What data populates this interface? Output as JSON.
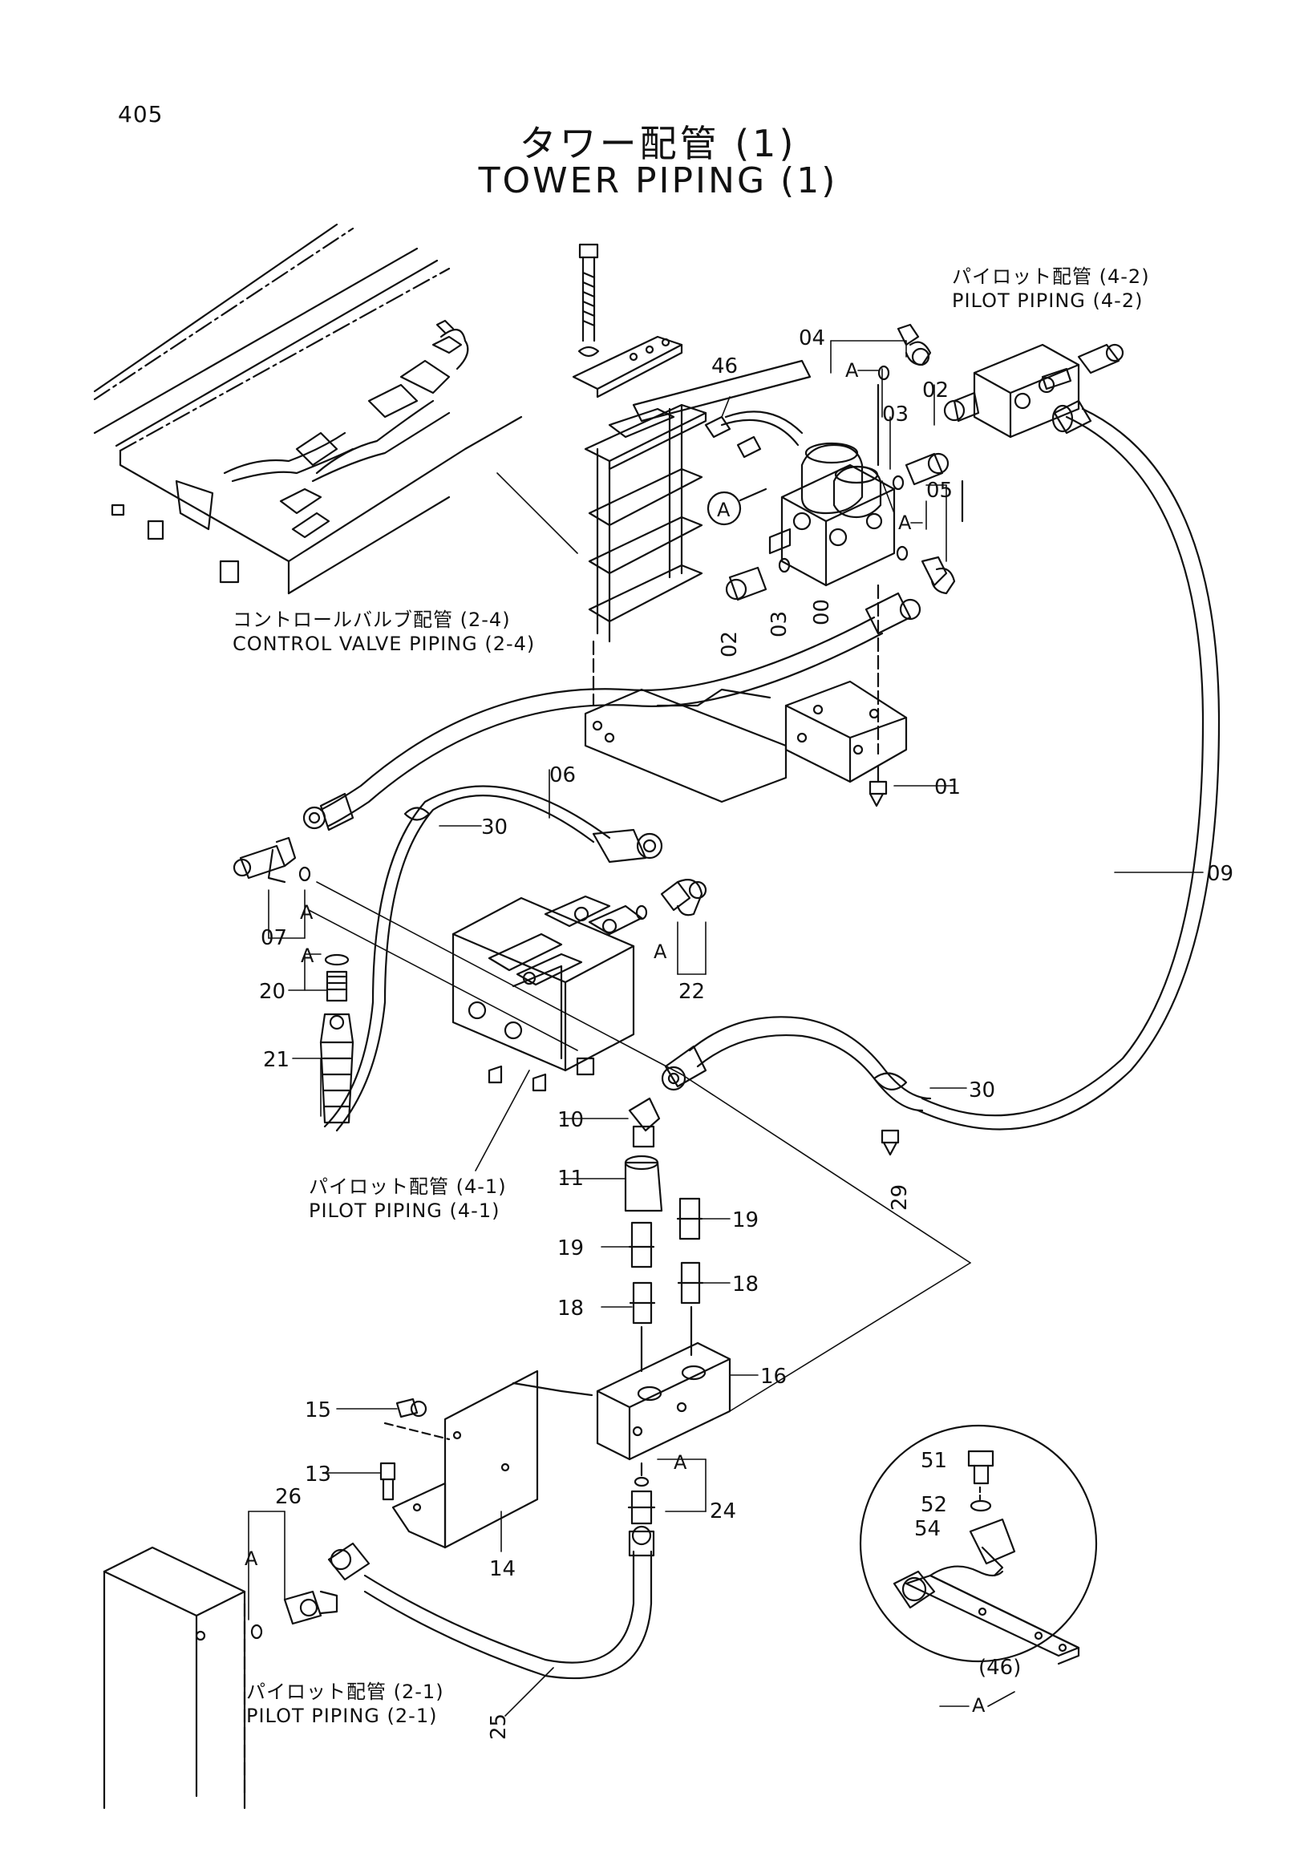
{
  "page_number": "405",
  "title_jp": "タワー配管 (1)",
  "title_en": "TOWER PIPING (1)",
  "references": [
    {
      "jp": "コントロールバルブ配管 (2-4)",
      "en": "CONTROL VALVE PIPING (2-4)"
    },
    {
      "jp": "パイロット配管 (4-2)",
      "en": "PILOT PIPING (4-2)"
    },
    {
      "jp": "パイロット配管 (4-1)",
      "en": "PILOT PIPING (4-1)"
    },
    {
      "jp": "パイロット配管 (2-1)",
      "en": "PILOT PIPING (2-1)"
    }
  ],
  "callouts": {
    "c00": "00",
    "c01": "01",
    "c02a": "02",
    "c02b": "02",
    "c03a": "03",
    "c03b": "03",
    "c04": "04",
    "c05": "05",
    "c06": "06",
    "c07": "07",
    "c09": "09",
    "c10": "10",
    "c11": "11",
    "c13": "13",
    "c14": "14",
    "c15": "15",
    "c16": "16",
    "c18a": "18",
    "c18b": "18",
    "c19a": "19",
    "c19b": "19",
    "c20": "20",
    "c21": "21",
    "c22": "22",
    "c24": "24",
    "c25": "25",
    "c26": "26",
    "c29": "29",
    "c30a": "30",
    "c30b": "30",
    "c46": "46",
    "c51": "51",
    "c52": "52",
    "c54": "54",
    "c46p": "(46)"
  },
  "view_marks": {
    "a1": "A",
    "a2": "A",
    "a3": "A",
    "a4": "A",
    "a5": "A",
    "a6": "A",
    "a7": "A",
    "a8": "A",
    "circle_a": "A"
  }
}
